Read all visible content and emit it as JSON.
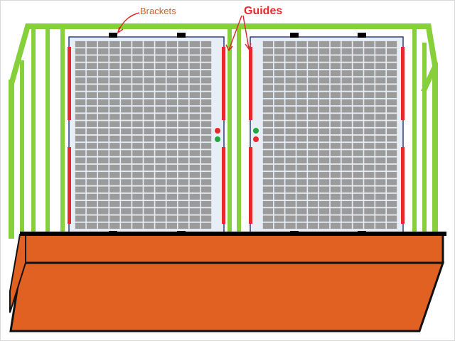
{
  "labels": {
    "brackets": "Brackets",
    "guides": "Guides"
  },
  "colors": {
    "frame_green": "#86d13b",
    "panel_cell": "#9b9b9b",
    "panel_background": "#e8eef6",
    "panel_border": "#2b3e80",
    "guide_red": "#e8292b",
    "base_orange": "#e06122",
    "bracket_black": "#000000",
    "annotation_text": "#e06122",
    "annotation_arrow": "#d92b2b",
    "dot_red": "#e8292b",
    "dot_green": "#20a83c"
  },
  "icons": {
    "panels": "solar-panel",
    "brackets": "bracket-clip",
    "guides": "guide-rail",
    "markers": "alignment-dot"
  }
}
